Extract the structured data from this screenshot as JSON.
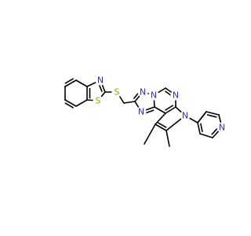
{
  "molecule": {
    "atoms": {
      "s_thioether": {
        "label": "S",
        "color": "#a89a00"
      },
      "s_thiazole": {
        "label": "S",
        "color": "#a89a00"
      },
      "n_thiazole": {
        "label": "N",
        "color": "#2b2bd8"
      },
      "n_tri1": {
        "label": "N",
        "color": "#2b2bd8"
      },
      "n_tri2": {
        "label": "N",
        "color": "#2b2bd8"
      },
      "n_tri3": {
        "label": "N",
        "color": "#2b2bd8"
      },
      "n_pyrimidine": {
        "label": "N",
        "color": "#2b2bd8"
      },
      "n_pyrrole": {
        "label": "N",
        "color": "#2b2bd8"
      },
      "n_pyridine": {
        "label": "N",
        "color": "#2b2bd8"
      }
    }
  },
  "colors": {
    "bond": "#000000",
    "nitrogen": "#2b2bd8",
    "sulfur": "#a89a00",
    "background": "#ffffff"
  }
}
